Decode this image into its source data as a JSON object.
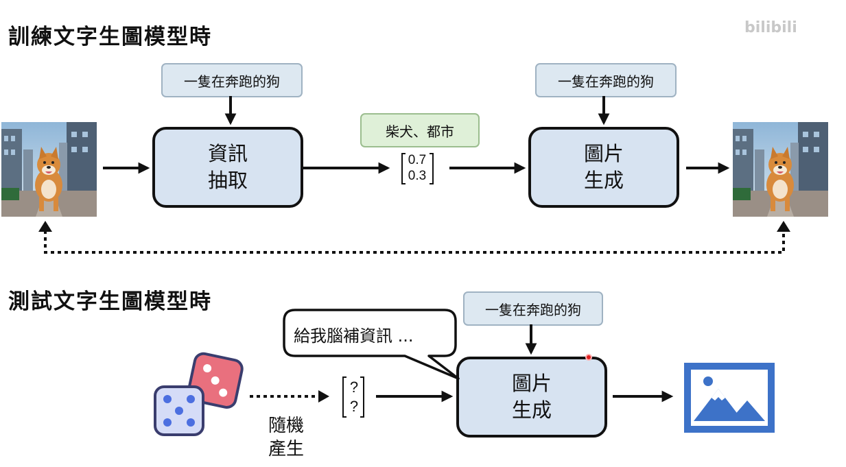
{
  "watermark": "bilibili",
  "training": {
    "title": "訓練文字生圖模型時",
    "prompt_left": "一隻在奔跑的狗",
    "prompt_right": "一隻在奔跑的狗",
    "extract_module": [
      "資訊",
      "抽取"
    ],
    "tag": "柴犬、都市",
    "vector": [
      "0.7",
      "0.3"
    ],
    "generate_module": [
      "圖片",
      "生成"
    ]
  },
  "testing": {
    "title": "測試文字生圖模型時",
    "speech": "給我腦補資訊 ...",
    "prompt": "一隻在奔跑的狗",
    "generate_module": [
      "圖片",
      "生成"
    ],
    "vector": [
      "?",
      "?"
    ],
    "random_caption": [
      "隨機",
      "產生"
    ]
  },
  "icons": {
    "dice": "dice-icon",
    "output_image": "image-placeholder-icon"
  },
  "colors": {
    "module_fill": "#d7e3f1",
    "prompt_fill": "#dde8f1",
    "tag_fill": "#dff0d8",
    "image_icon": "#3d72c8",
    "die_red": "#e9707e",
    "die_blue": "#d5dcf7"
  }
}
